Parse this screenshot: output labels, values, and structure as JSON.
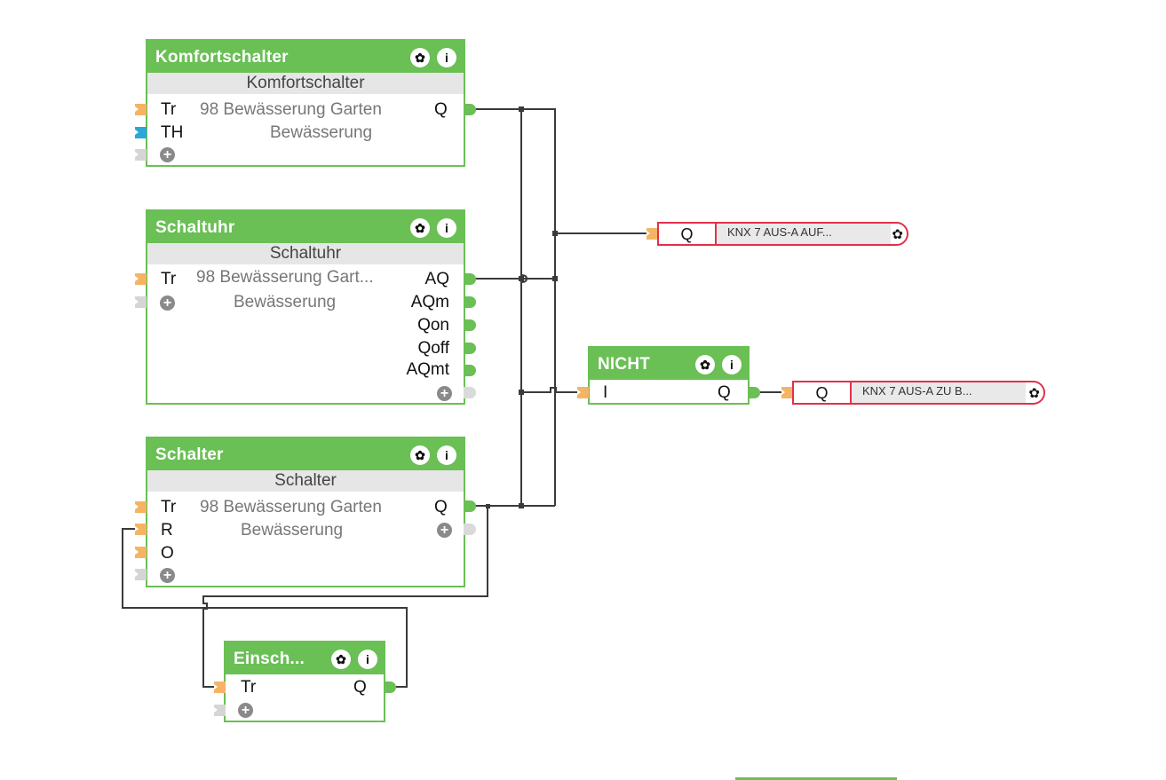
{
  "colors": {
    "block_green": "#6abf55",
    "output_red": "#e0314b",
    "pin_orange": "#f5b464",
    "pin_blue": "#2aa6d9",
    "wire": "#3a3a3a"
  },
  "blocks": {
    "komfortschalter": {
      "title": "Komfortschalter",
      "subtitle": "Komfortschalter",
      "inputs": [
        "Tr",
        "TH"
      ],
      "outputs": [
        "Q"
      ],
      "info_line1": "98 Bewässerung Garten",
      "info_line2": "Bewässerung"
    },
    "schaltuhr": {
      "title": "Schaltuhr",
      "subtitle": "Schaltuhr",
      "inputs": [
        "Tr"
      ],
      "outputs": [
        "AQ",
        "AQm",
        "Qon",
        "Qoff",
        "AQmt"
      ],
      "info_line1": "98 Bewässerung Gart...",
      "info_line2": "Bewässerung"
    },
    "schalter": {
      "title": "Schalter",
      "subtitle": "Schalter",
      "inputs": [
        "Tr",
        "R",
        "O"
      ],
      "outputs": [
        "Q"
      ],
      "info_line1": "98 Bewässerung Garten",
      "info_line2": "Bewässerung"
    },
    "einsch": {
      "title": "Einsch...",
      "inputs": [
        "Tr"
      ],
      "outputs": [
        "Q"
      ]
    },
    "nicht": {
      "title": "NICHT",
      "inputs": [
        "I"
      ],
      "outputs": [
        "Q"
      ]
    }
  },
  "output_blocks": [
    {
      "port": "Q",
      "label": "KNX 7 AUS-A AUF..."
    },
    {
      "port": "Q",
      "label": "KNX 7 AUS-A ZU B..."
    }
  ],
  "icons": {
    "gear": "✿",
    "info": "i",
    "plus": "+"
  }
}
